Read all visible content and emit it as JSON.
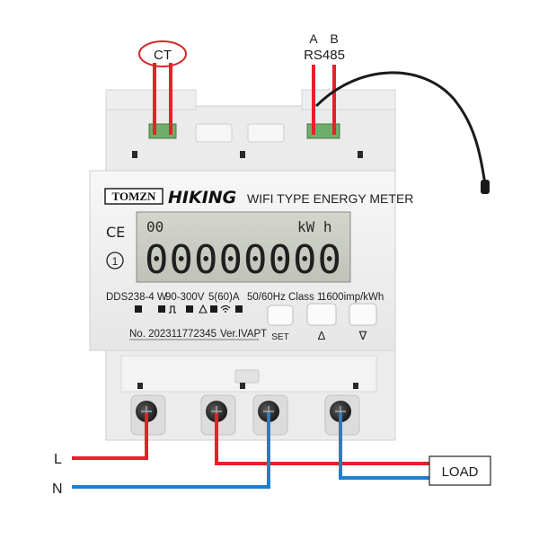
{
  "terminals": {
    "ct_label": "CT",
    "rs485_a": "A",
    "rs485_b": "B",
    "rs485_label": "RS485"
  },
  "header": {
    "brand1": "TOMZN",
    "brand2": "HIKING",
    "title": "WIFI TYPE ENERGY METER"
  },
  "lcd": {
    "top_left": "00",
    "unit": "kW h",
    "reading": "00000000"
  },
  "marks": {
    "ce": "CE",
    "class_mark": "1"
  },
  "spec": {
    "model": "DDS238-4 W",
    "voltage": "90-300V",
    "current": "5(60)A",
    "freq_class": "50/60Hz Class 1",
    "imp": "1600imp/kWh"
  },
  "serial": {
    "number": "No. 202311772345",
    "version": "Ver.IVAPT"
  },
  "buttons": {
    "set": "SET",
    "up": "Δ",
    "down": "∇"
  },
  "wiring": {
    "line": "L",
    "neutral": "N",
    "load": "LOAD"
  },
  "colors": {
    "live": "#e8202a",
    "neutral": "#1f7fd1",
    "body": "#f2f2f2",
    "lcd": "#c9ccc2"
  }
}
